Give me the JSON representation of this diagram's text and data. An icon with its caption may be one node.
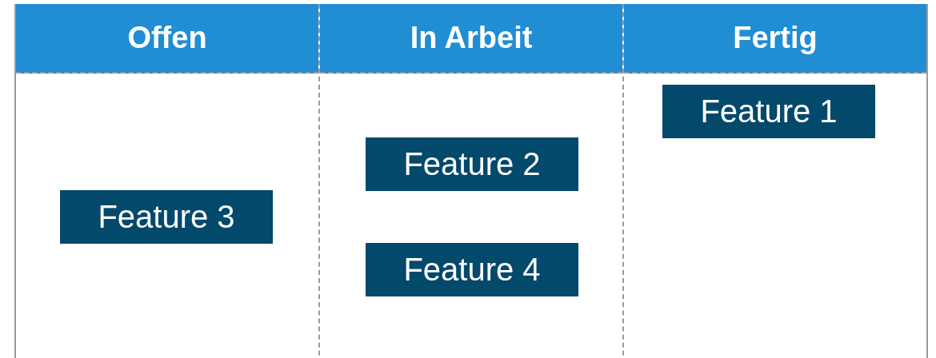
{
  "diagram": {
    "nodes": [
      {
        "text": [
          "Offen"
        ]
      },
      {
        "text": [
          "Feature 3"
        ],
        "in": 0
      },
      {
        "text": [
          "In Arbeit"
        ]
      },
      {
        "text": [
          "Feature 2"
        ],
        "in": 2
      },
      {
        "text": [
          "Feature 4"
        ],
        "in": 2
      },
      {
        "text": [
          "Fertig"
        ]
      },
      {
        "text": [
          "Feature 1"
        ],
        "in": 5
      }
    ]
  }
}
